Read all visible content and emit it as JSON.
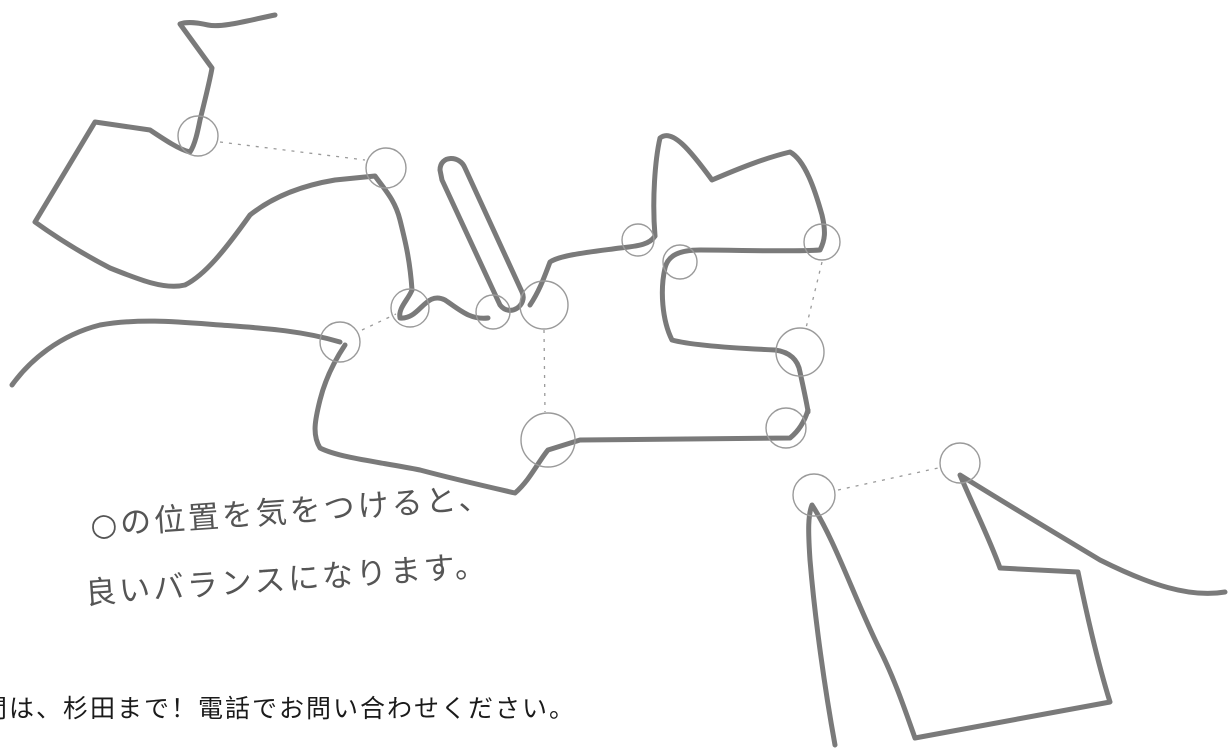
{
  "handwritten_note": {
    "line1": "○の位置を気をつけると、",
    "line2": "良いバランスになります。"
  },
  "footer": {
    "text": "問は、杉田まで！電話でお問い合わせください。"
  }
}
